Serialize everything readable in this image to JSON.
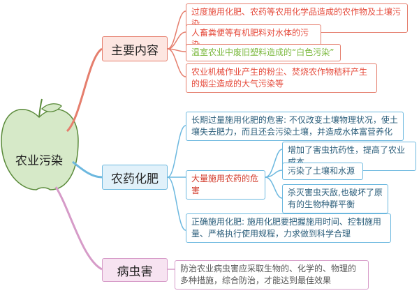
{
  "root": {
    "label": "农业污染"
  },
  "branches": {
    "main": {
      "label": "主要内容",
      "items": [
        "过度施用化肥、农药等农用化学品造成的农作物及土壤污染",
        "人畜粪便等有机肥料对水体的污染",
        "温室农业中废旧塑料造成的“白色污染”",
        "农业机械作业产生的粉尘、焚烧农作物秸秆产生的烟尘造成的大气污染等"
      ]
    },
    "pesticide": {
      "label": "农药化肥",
      "items": [
        "长期过量施用化肥的危害: 不仅改变土壤物理状况，使土壤失去肥力，而且还会污染土壤，并造成水体富营养化",
        "大量施用农药的危害",
        "正确施用化肥: 施用化肥要把握施用时间、控制施用量、严格执行使用规程，力求做到科学合理"
      ],
      "sub_items": [
        "增加了害虫抗药性，提高了农业成本",
        "污染了土壤和水源",
        "杀灭害虫天敌,也破坏了原有的生物种群平衡"
      ]
    },
    "pest": {
      "label": "病虫害",
      "items": [
        "防治农业病虫害应采取生物的、化学的、物理的多种措施，综合防治，才能达到最佳效果"
      ]
    }
  },
  "colors": {
    "apple_fill": "#d6e9c8",
    "apple_stroke": "#5a8a3a",
    "main_branch": "#e57e6d",
    "main_fill": "#fde6e1",
    "main_text": "#e5493a",
    "main_text_alt": "#7ab83d",
    "pesticide_branch": "#6cb8df",
    "pesticide_fill": "#e1f1fa",
    "pesticide_text": "#2a5d7a",
    "pesticide_red_text": "#d23a2a",
    "pest_branch": "#d69bc8",
    "pest_fill": "#f7e3f1",
    "pest_text": "#555555"
  },
  "icons": [
    "apple-icon"
  ]
}
